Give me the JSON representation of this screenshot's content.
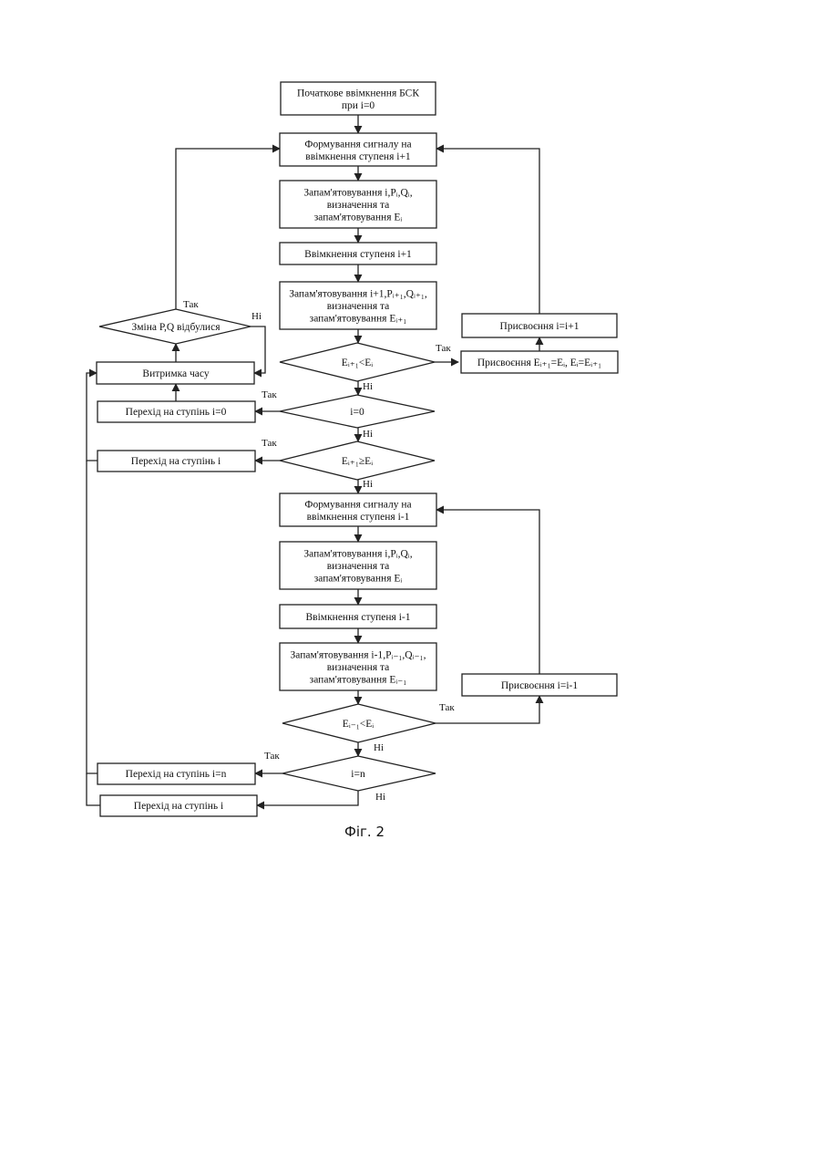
{
  "nodes": {
    "start": [
      "Початкове ввімкнення БСК",
      "при i=0"
    ],
    "form_up": [
      "Формування сигналу на",
      "ввімкнення ступеня i+1"
    ],
    "mem_i": [
      "Запам'ятовування i,Pᵢ,Qᵢ,",
      "визначення та",
      "запам'ятовування Eᵢ"
    ],
    "switch_up": [
      "Ввімкнення ступеня i+1"
    ],
    "mem_up": [
      "Запам'ятовування i+1,Pᵢ₊₁,Qᵢ₊₁,",
      "визначення та",
      "запам'ятовування Eᵢ₊₁"
    ],
    "assign_inc": [
      "Присвоєння i=i+1"
    ],
    "assign_e": [
      "Присвоєння Eᵢ₊₁=Eᵢ, Eᵢ=Eᵢ₊₁"
    ],
    "cond_e_up": [
      "Eᵢ₊₁<Eᵢ"
    ],
    "cond_pq": [
      "Зміна P,Q відбулися"
    ],
    "delay": [
      "Витримка часу"
    ],
    "goto_0": [
      "Перехід на ступінь i=0"
    ],
    "cond_i0": [
      "i=0"
    ],
    "goto_i_a": [
      "Перехід на ступінь i"
    ],
    "cond_e_ge": [
      "Eᵢ₊₁≥Eᵢ"
    ],
    "form_down": [
      "Формування сигналу на",
      "ввімкнення ступеня i-1"
    ],
    "mem_i2": [
      "Запам'ятовування i,Pᵢ,Qᵢ,",
      "визначення та",
      "запам'ятовування Eᵢ"
    ],
    "switch_down": [
      "Ввімкнення ступеня i-1"
    ],
    "mem_down": [
      "Запам'ятовування i-1,Pᵢ₋₁,Qᵢ₋₁,",
      "визначення та",
      "запам'ятовування Eᵢ₋₁"
    ],
    "assign_dec": [
      "Присвоєння i=i-1"
    ],
    "cond_e_down": [
      "Eᵢ₋₁<Eᵢ"
    ],
    "goto_n": [
      "Перехід на ступінь i=n"
    ],
    "cond_in": [
      "i=n"
    ],
    "goto_i_b": [
      "Перехід на ступінь i"
    ]
  },
  "labels": {
    "yes": "Так",
    "no": "Ні"
  },
  "caption": "Фіг. 2"
}
